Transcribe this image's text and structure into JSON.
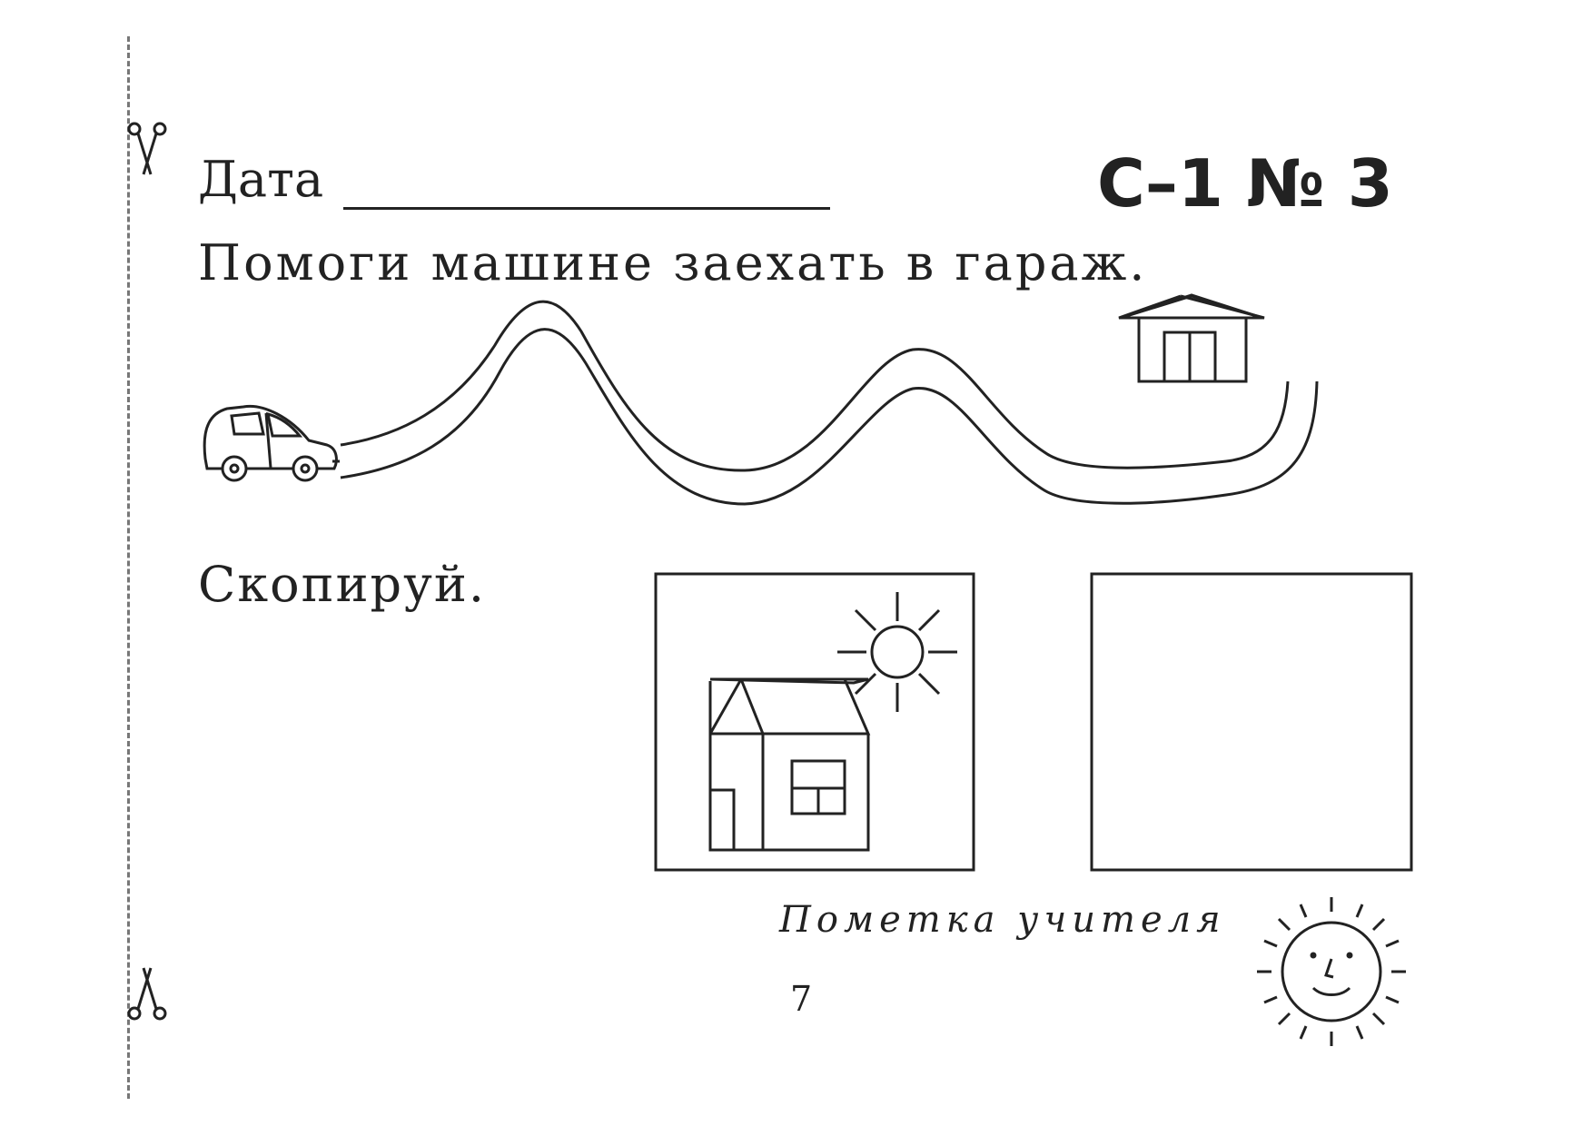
{
  "header": {
    "date_label": "Дата",
    "task_code": "С–1  № 3"
  },
  "exercise_1": {
    "instruction": "Помоги машине заехать в гараж.",
    "start_icon": "car-icon",
    "end_icon": "garage-icon"
  },
  "exercise_2": {
    "instruction": "Скопируй.",
    "sample_icons": [
      "house-icon",
      "sun-icon"
    ]
  },
  "footer": {
    "teacher_mark_label": "Пометка учителя",
    "page_number": "7",
    "mark_icon": "smiling-sun-icon"
  },
  "margin": {
    "cut_icon": "scissors-icon"
  }
}
